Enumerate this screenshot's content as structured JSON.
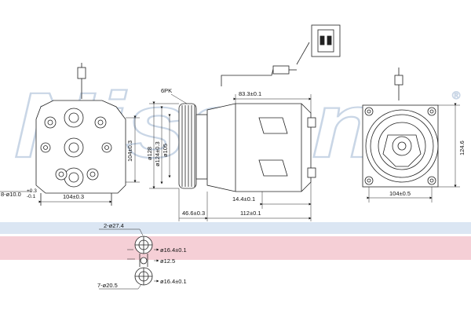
{
  "watermark": {
    "text": "Nissens",
    "registered": "®",
    "color": "#c9d6e6"
  },
  "bands": {
    "blue": "#dbe6f3",
    "pink": "#f5cfd6"
  },
  "pulley_label": "6PK",
  "front_view": {
    "dim_bottom": "104±0.3",
    "dim_side": "104±0.3",
    "dim_hole": "8-ø10.0",
    "dim_hole_tol": "+0.3\n-0.1"
  },
  "side_view": {
    "dim_128": "ø128",
    "dim_124": "ø124±0.3",
    "dim_105": "ø105",
    "dim_top": "83.3±0.1",
    "dim_14": "14.4±0.1",
    "dim_46": "46.6±0.3",
    "dim_112": "112±0.1"
  },
  "rear_view": {
    "dim_bottom": "104±0.5",
    "dim_side": "124.6"
  },
  "fittings": {
    "top_label": "2-ø27.4",
    "bottom_label": "7-ø20.5",
    "d1": "ø16.4±0.1",
    "d2": "ø12.5",
    "d3": "ø16.4±0.1"
  }
}
